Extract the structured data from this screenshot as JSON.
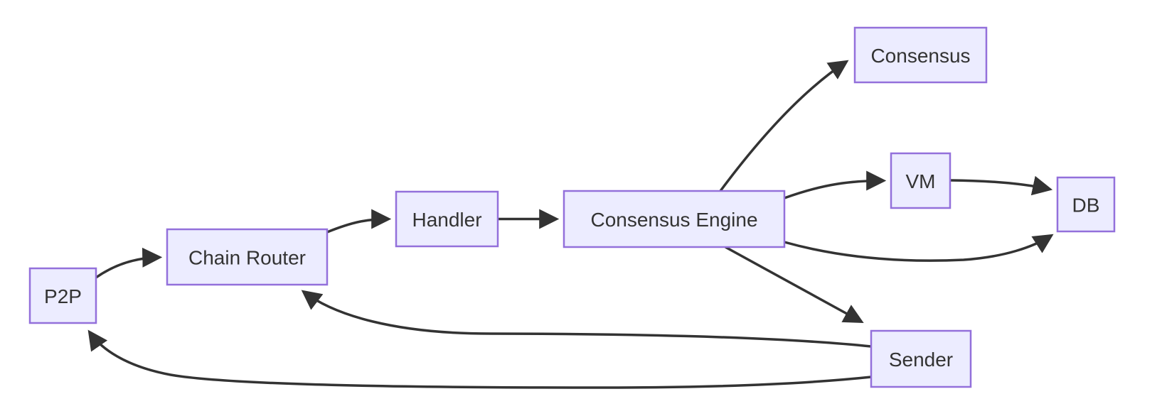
{
  "diagram": {
    "type": "flowchart",
    "background_color": "#ffffff",
    "node_fill_color": "#ECECFF",
    "node_border_color": "#9370DB",
    "edge_color": "#333333",
    "text_color": "#333333",
    "nodes": [
      {
        "id": "p2p",
        "label": "P2P"
      },
      {
        "id": "chain-router",
        "label": "Chain Router"
      },
      {
        "id": "handler",
        "label": "Handler"
      },
      {
        "id": "consensus-engine",
        "label": "Consensus Engine"
      },
      {
        "id": "consensus",
        "label": "Consensus"
      },
      {
        "id": "vm",
        "label": "VM"
      },
      {
        "id": "db",
        "label": "DB"
      },
      {
        "id": "sender",
        "label": "Sender"
      }
    ],
    "edges": [
      {
        "from": "P2P",
        "to": "Chain Router"
      },
      {
        "from": "Chain Router",
        "to": "Handler"
      },
      {
        "from": "Handler",
        "to": "Consensus Engine"
      },
      {
        "from": "Consensus Engine",
        "to": "Consensus"
      },
      {
        "from": "Consensus Engine",
        "to": "VM"
      },
      {
        "from": "VM",
        "to": "DB"
      },
      {
        "from": "Consensus Engine",
        "to": "DB"
      },
      {
        "from": "Consensus Engine",
        "to": "Sender"
      },
      {
        "from": "Sender",
        "to": "Chain Router"
      },
      {
        "from": "Sender",
        "to": "P2P"
      }
    ]
  }
}
